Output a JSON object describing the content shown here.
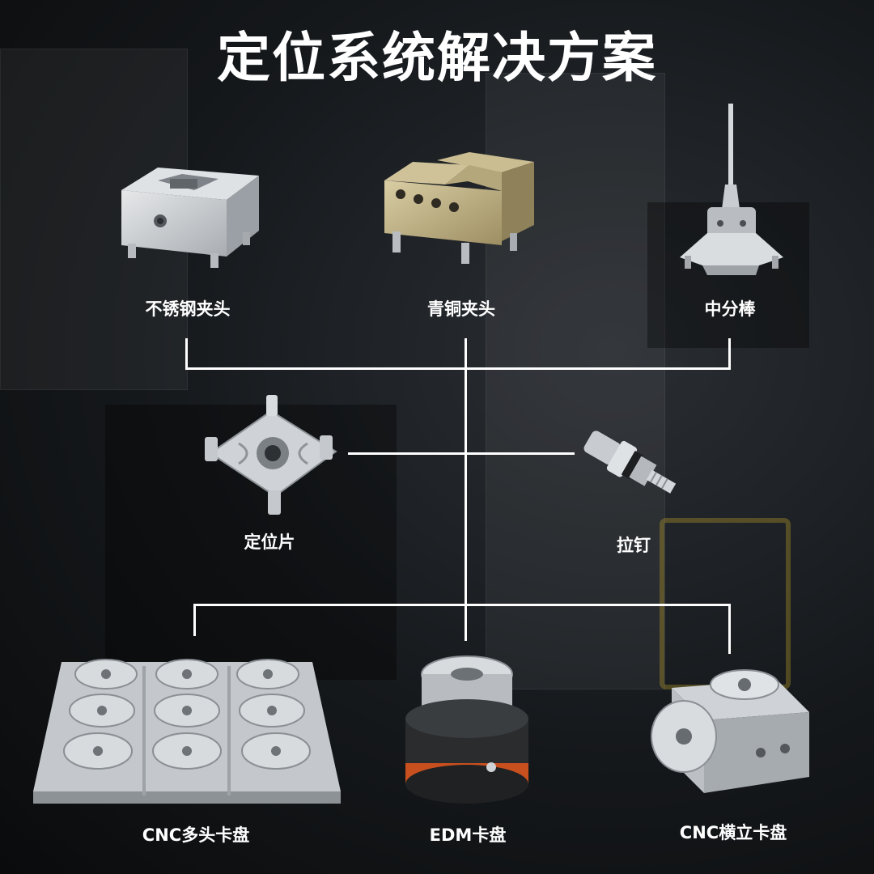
{
  "title": "定位系统解决方案",
  "products": {
    "stainless_chuck": "不锈钢夹头",
    "bronze_chuck": "青铜夹头",
    "center_rod": "中分棒",
    "locating_plate": "定位片",
    "pull_stud": "拉钉",
    "cnc_multi_chuck": "CNC多头卡盘",
    "edm_chuck": "EDM卡盘",
    "cnc_horizontal_vertical_chuck": "CNC横立卡盘"
  },
  "colors": {
    "line": "#ffffff",
    "text": "#ffffff",
    "background": "#15181b",
    "steel": "#c9cdd1",
    "bronze": "#bfae82",
    "edm_orange": "#c8501e"
  }
}
